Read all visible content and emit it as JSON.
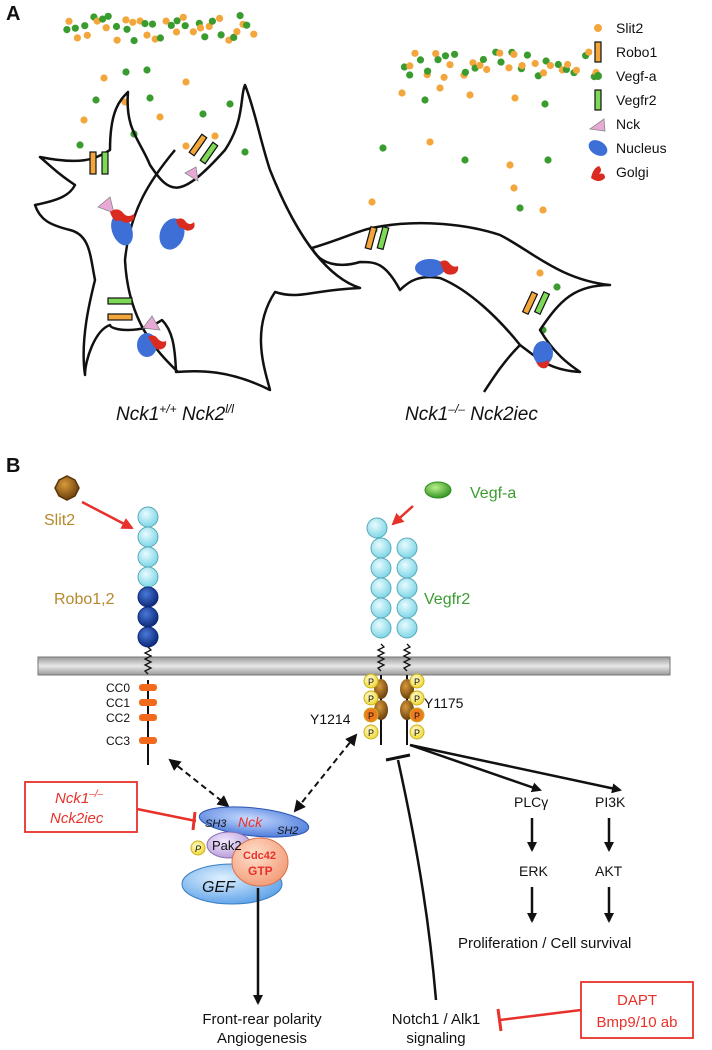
{
  "panels": {
    "a": "A",
    "b": "B"
  },
  "legend": [
    {
      "label": "Slit2",
      "icon": "slit2-dot-icon",
      "color": "#f3a63b"
    },
    {
      "label": "Robo1",
      "icon": "robo1-bar-icon",
      "color": "#f3a63b"
    },
    {
      "label": "Vegf-a",
      "icon": "vegfa-dot-icon",
      "color": "#3a9c2e"
    },
    {
      "label": "Vegfr2",
      "icon": "vegfr2-bar-icon",
      "color": "#7ed957"
    },
    {
      "label": "Nck",
      "icon": "nck-triangle-icon",
      "color": "#e8a9d6"
    },
    {
      "label": "Nucleus",
      "icon": "nucleus-blob-icon",
      "color": "#3d6fd6"
    },
    {
      "label": "Golgi",
      "icon": "golgi-icon",
      "color": "#d92b1f"
    }
  ],
  "genotypes": {
    "wt": {
      "gene1": "Nck1",
      "sup1": "+/+",
      "gene2": "Nck2",
      "sup2": "l/l"
    },
    "ko": {
      "gene1": "Nck1",
      "sup1": "–/–",
      "gene2": "Nck2iec"
    }
  },
  "pathway": {
    "slit2": "Slit2",
    "robo": "Robo1,2",
    "vegfa": "Vegf-a",
    "vegfr2": "Vegfr2",
    "cc": [
      "CC0",
      "CC1",
      "CC2",
      "CC3"
    ],
    "y1214": "Y1214",
    "y1175": "Y1175",
    "p": "P",
    "ko_box_line1": "Nck1",
    "ko_box_sup": "–/–",
    "ko_box_line2": "Nck2iec",
    "sh3": "SH3",
    "nck": "Nck",
    "sh2": "SH2",
    "pak2": "Pak2",
    "cdc42": "Cdc42",
    "gtp": "GTP",
    "gef": "GEF",
    "plcg": "PLCγ",
    "pi3k": "PI3K",
    "erk": "ERK",
    "akt": "AKT",
    "prolif": "Proliferation / Cell survival",
    "polarity1": "Front-rear polarity",
    "polarity2": "Angiogenesis",
    "notch1": "Notch1 / Alk1",
    "notch2": "signaling",
    "dapt1": "DAPT",
    "dapt2": "Bmp9/10 ab"
  },
  "colors": {
    "slit": "#f3a63b",
    "vegf": "#3a9c2e",
    "vegfr_bar": "#7ed957",
    "red": "#e8312a",
    "gold_text": "#b5892b",
    "green_text": "#3a9c2e"
  }
}
